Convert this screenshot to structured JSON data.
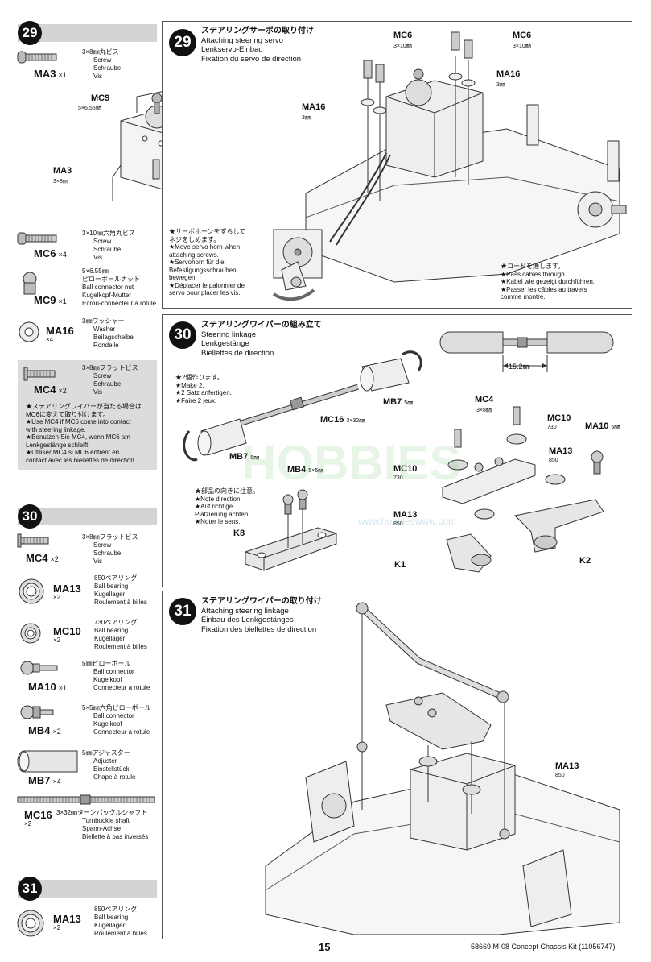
{
  "sidebar": {
    "step29": {
      "number": "29",
      "parts": [
        {
          "code": "MA3",
          "qty": "×1",
          "jp": "3×8㎜丸ビス",
          "en": "Screw",
          "de": "Schraube",
          "fr": "Vis"
        },
        {
          "code": "MC6",
          "qty": "×4",
          "jp": "3×10㎜六角丸ビス",
          "en": "Screw",
          "de": "Schraube",
          "fr": "Vis"
        },
        {
          "code": "MC9",
          "qty": "×1",
          "jp": "5×6.55㎜ ピローボールナット",
          "en": "Ball connector nut",
          "de": "Kugelkopf-Mutter",
          "fr": "Ecrou-connecteur à rotule"
        },
        {
          "code": "MA16",
          "qty": "×4",
          "jp": "3㎜ワッシャー",
          "en": "Washer",
          "de": "Beilagscheibe",
          "fr": "Rondelle"
        }
      ],
      "optional": {
        "code": "MC4",
        "qty": "×2",
        "jp": "3×8㎜フラットビス",
        "en": "Screw",
        "de": "Schraube",
        "fr": "Vis",
        "notes": "★ステアリングワイパーが当たる場合は\nMC6に変えて取り付けます。\n★Use MC4 if MC6 come into contact\nwith steering linkage.\n★Benutzen Sie MC4, wenn MC6 am\nLenkgestänge schleift.\n★Utiliser MC4 si MC6 entrent en\ncontact avec les biellettes de direction."
      }
    },
    "step30": {
      "number": "30",
      "parts": [
        {
          "code": "MC4",
          "qty": "×2",
          "jp": "3×8㎜フラットビス",
          "en": "Screw",
          "de": "Schraube",
          "fr": "Vis"
        },
        {
          "code": "MA13",
          "qty": "×2",
          "jp": "850ベアリング",
          "en": "Ball bearing",
          "de": "Kugellager",
          "fr": "Roulement à billes"
        },
        {
          "code": "MC10",
          "qty": "×2",
          "jp": "730ベアリング",
          "en": "Ball bearing",
          "de": "Kugellager",
          "fr": "Roulement à billes"
        },
        {
          "code": "MA10",
          "qty": "×1",
          "jp": "5㎜ピローボール",
          "en": "Ball connector",
          "de": "Kugelkopf",
          "fr": "Connecteur à rotule"
        },
        {
          "code": "MB4",
          "qty": "×2",
          "jp": "5×5㎜六角ピローボール",
          "en": "Ball connector",
          "de": "Kugelkopf",
          "fr": "Connecteur à rotule"
        },
        {
          "code": "MB7",
          "qty": "×4",
          "jp": "5㎜アジャスター",
          "en": "Adjuster",
          "de": "Einstellstück",
          "fr": "Chape à rotule"
        },
        {
          "code": "MC16",
          "qty": "×2",
          "jp": "3×32㎜ターンバックルシャフト",
          "en": "Turnbuckle shaft",
          "de": "Spann-Achse",
          "fr": "Biellette à pas inversés"
        }
      ]
    },
    "step31": {
      "number": "31",
      "parts": [
        {
          "code": "MA13",
          "qty": "×2",
          "jp": "850ベアリング",
          "en": "Ball bearing",
          "de": "Kugellager",
          "fr": "Roulement à billes"
        }
      ]
    }
  },
  "panel29": {
    "number": "29",
    "title_jp": "ステアリングサーボの取り付け",
    "title_en": "Attaching steering servo",
    "title_de": "Lenkservo-Einbau",
    "title_fr": "Fixation du servo de direction",
    "callouts": {
      "mc9": "MC9",
      "mc9_sub": "5×6.55㎜",
      "ma3": "MA3",
      "ma3_sub": "3×8㎜",
      "mc6a": "MC6",
      "mc6a_sub": "3×10㎜",
      "mc6b": "MC6",
      "mc6b_sub": "3×10㎜",
      "ma16a": "MA16",
      "ma16a_sub": "3㎜",
      "ma16b": "MA16",
      "ma16b_sub": "3㎜"
    },
    "note_horn": "★サーボホーンをずらして\nネジをしめます。\n★Move servo horn when\nattaching screws.\n★Servohorn für die\nBefestigungsschrauben\nbewegen.\n★Déplacer le palonnier de\nservo pour placer les vis.",
    "note_cables": "★コードを通します。\n★Pass cables through.\n★Kabel wie gezeigt durchführen.\n★Passer les câbles au travers\ncomme montré."
  },
  "panel30": {
    "number": "30",
    "title_jp": "ステアリングワイパーの組み立て",
    "title_en": "Steering linkage",
    "title_de": "Lenkgestänge",
    "title_fr": "Biellettes de direction",
    "dimension": "15.2㎜",
    "make2": "★2個作ります。\n★Make 2.\n★2 Satz anfertigen.\n★Faire 2 jeux.",
    "direction_note": "★部品の向きに注意。\n★Note direction.\n★Auf richtige\nPlatzierung achten.\n★Noter le sens.",
    "callouts": {
      "mb7a": "MB7",
      "mb7a_sub": "5㎜",
      "mb7b": "MB7",
      "mb7b_sub": "5㎜",
      "mc16": "MC16",
      "mc16_sub": "3×32㎜",
      "mb4": "MB4",
      "mb4_sub": "5×5㎜",
      "k8": "K8",
      "mc4": "MC4",
      "mc4_sub": "3×8㎜",
      "mc10a": "MC10",
      "mc10a_sub": "730",
      "mc10b": "MC10",
      "mc10b_sub": "730",
      "ma10": "MA10",
      "ma10_sub": "5㎜",
      "ma13a": "MA13",
      "ma13a_sub": "850",
      "ma13b": "MA13",
      "ma13b_sub": "850",
      "k1": "K1",
      "k2": "K2"
    }
  },
  "panel31": {
    "number": "31",
    "title_jp": "ステアリングワイパーの取り付け",
    "title_en": "Attaching steering linkage",
    "title_de": "Einbau des Lenkgestänges",
    "title_fr": "Fixation des biellettes de direction",
    "callouts": {
      "ma13": "MA13",
      "ma13_sub": "850"
    }
  },
  "watermark": {
    "main": "HOBBIES",
    "url": "www.hobbieswww.com"
  },
  "footer": {
    "page": "15",
    "kit": "58669 M-08 Concept Chassis Kit (11056747)"
  }
}
